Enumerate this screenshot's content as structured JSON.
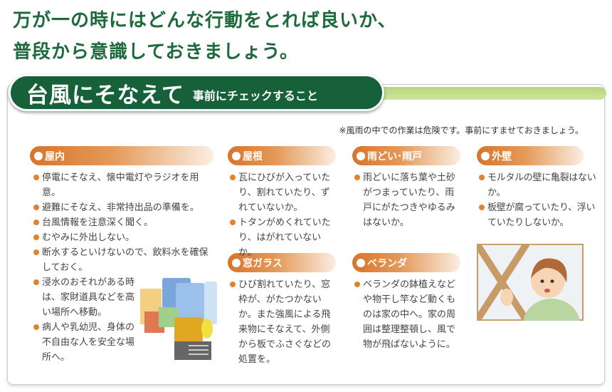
{
  "lead": {
    "line1": "万が一の時にはどんな行動をとれば良いか、",
    "line2": "普段から意識しておきましょう。"
  },
  "banner": {
    "title": "台風にそなえて",
    "subtitle": "事前にチェックすること"
  },
  "note": "※風雨の中での作業は危険です。事前にすませておきましょう。",
  "sections": [
    {
      "title": "屋内",
      "items": [
        "停電にそなえ、懐中電灯やラジオを用意。",
        "避難にそなえ、非常持出品の準備を。",
        "台風情報を注意深く聞く。",
        "むやみに外出しない。",
        "断水するといけないので、飲料水を確保しておく。",
        "浸水のおそれがある時は、家財道具などを高い場所へ移動。",
        "病人や乳幼児、身体の不自由な人を安全な場所へ。"
      ]
    },
    {
      "title": "屋根",
      "items": [
        "瓦にひびが入っていたり、割れていたり、ずれていないか。",
        "トタンがめくれていたり、はがれていないか。"
      ]
    },
    {
      "title": "雨どい･雨戸",
      "items": [
        "雨どいに落ち葉や土砂がつまっていたり、雨戸にがたつきやゆるみはないか。"
      ]
    },
    {
      "title": "外壁",
      "items": [
        "モルタルの壁に亀裂はないか。",
        "板壁が腐っていたり、浮いていたりしないか。"
      ]
    },
    {
      "title": "窓ガラス",
      "items": [
        "ひび割れていたり、窓枠が、がたつかないか。また強風による飛来物にそなえて、外側から板でふさぐなどの処置を。"
      ]
    },
    {
      "title": "ベランダ",
      "items": [
        "ベランダの鉢植えなどや物干し竿など動くものは家の中へ。家の周囲は整理整頓し、風で物が飛ばないように。"
      ]
    }
  ],
  "colors": {
    "brand_green": "#17613a",
    "accent_orange": "#d9742a",
    "light_green": "#b7d67a"
  }
}
